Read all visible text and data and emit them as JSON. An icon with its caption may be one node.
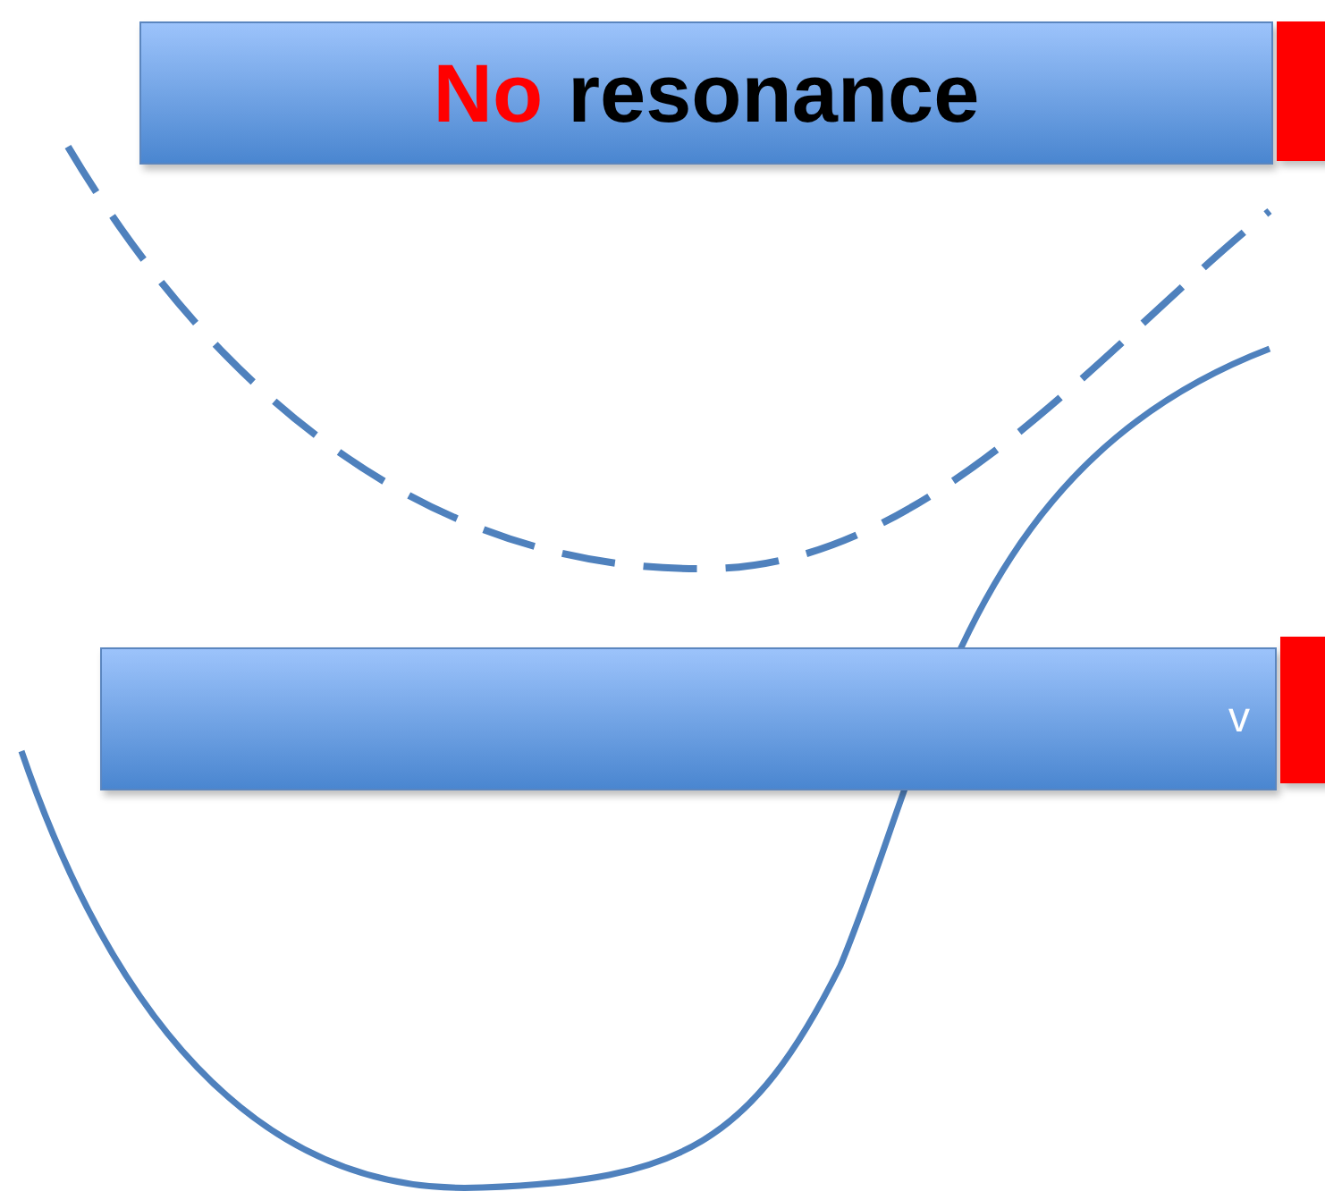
{
  "diagram": {
    "nodes": [
      {
        "text": [
          "No",
          "resonance"
        ]
      },
      {
        "text": [],
        "shape": "bar"
      },
      {
        "text": [
          "v"
        ]
      },
      {
        "text": [],
        "shape": "bar"
      }
    ]
  }
}
